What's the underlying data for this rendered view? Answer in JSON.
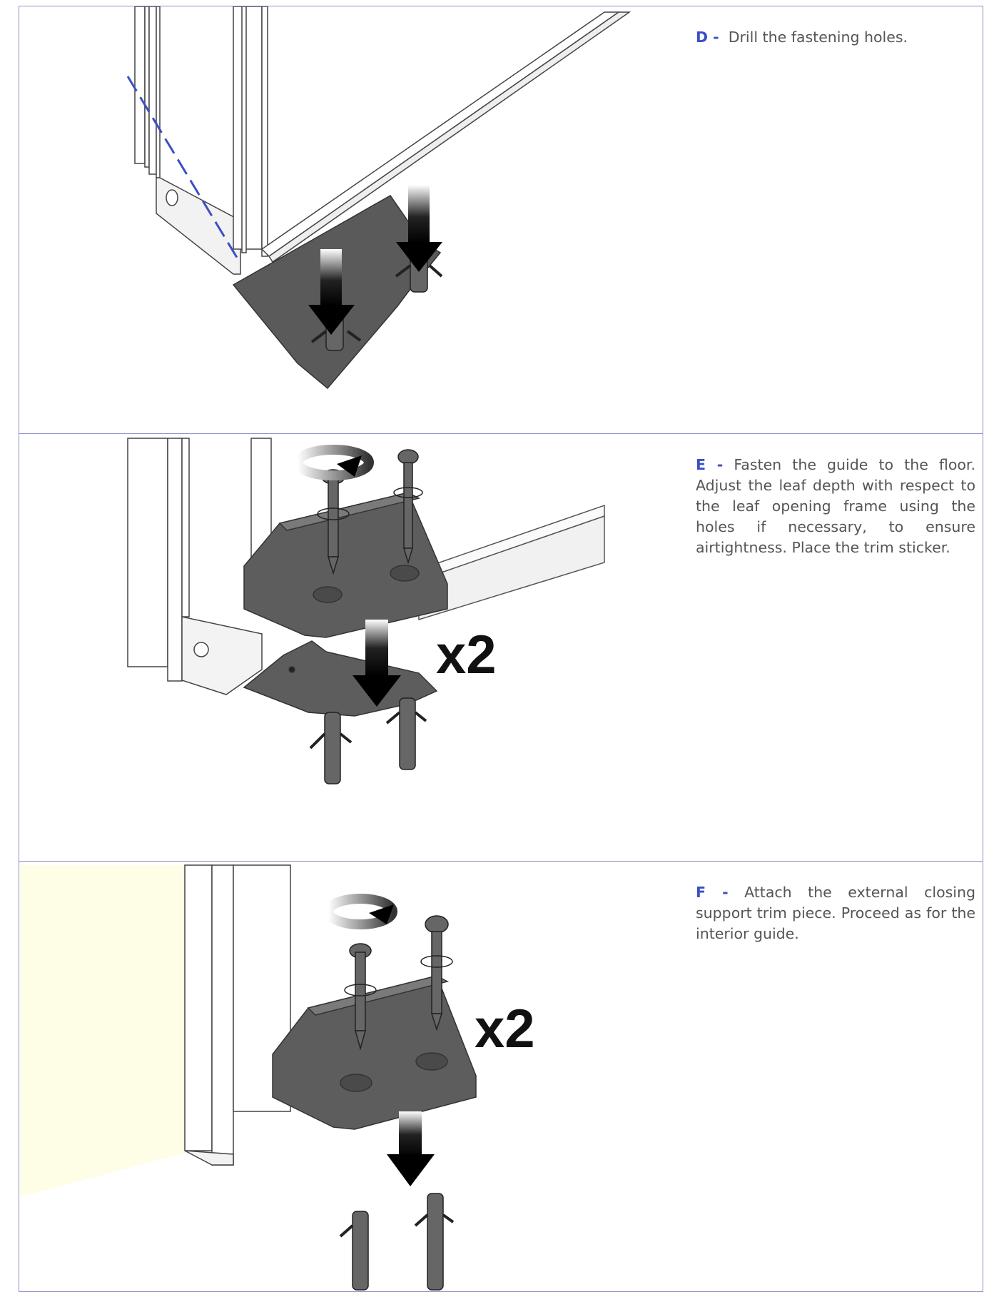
{
  "steps": [
    {
      "letter": "D -",
      "text": "Drill the fastening holes."
    },
    {
      "letter": "E -",
      "text": "Fasten the guide to the floor. Adjust the leaf depth with respect to the leaf opening frame using the holes if necessary, to ensure airtightness. Place the trim sticker.",
      "multiplier": "x2"
    },
    {
      "letter": "F -",
      "text": "Attach the external closing support trim piece. Proceed as for the interior guide.",
      "multiplier": "x2"
    }
  ],
  "colors": {
    "border": "#8a90c8",
    "accent": "#3a4fc4",
    "part": "#5a5a5a",
    "wall": "#fefde6"
  }
}
